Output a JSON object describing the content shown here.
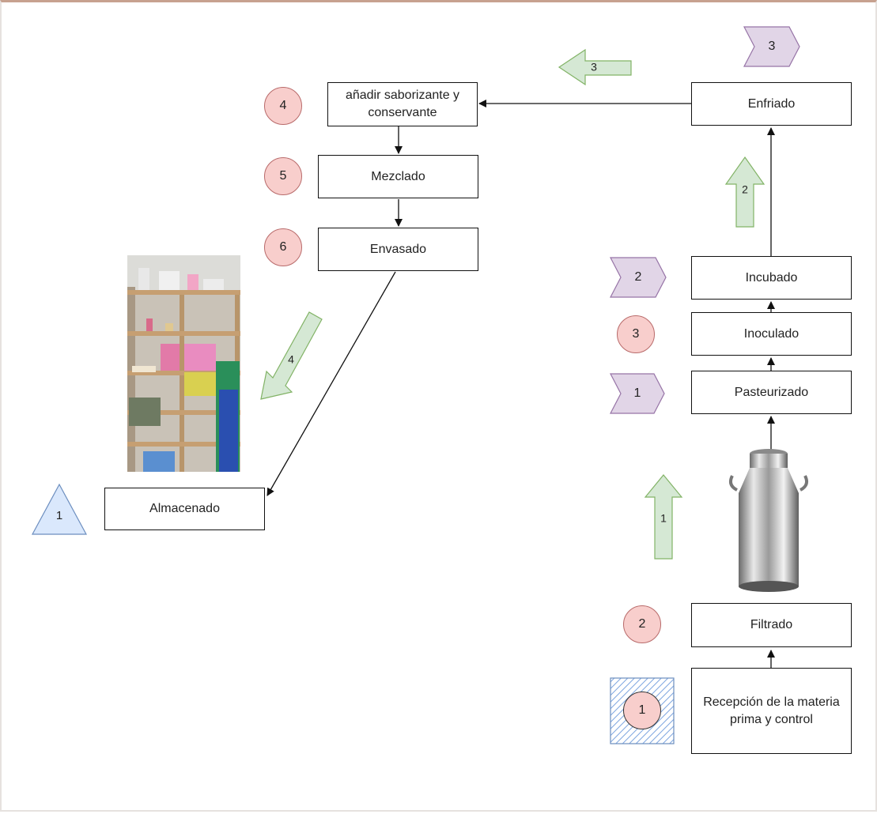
{
  "process_steps": {
    "recepcion": "Recepción de la materia prima y control",
    "filtrado": "Filtrado",
    "pasteurizado": "Pasteurizado",
    "inoculado": "Inoculado",
    "incubado": "Incubado",
    "enfriado": "Enfriado",
    "anadir": "añadir saborizante y conservante",
    "mezclado": "Mezclado",
    "envasado": "Envasado",
    "almacenado": "Almacenado"
  },
  "operation_markers": {
    "recepcion": "1",
    "filtrado": "2",
    "inoculado": "3",
    "anadir": "4",
    "mezclado": "5",
    "envasado": "6"
  },
  "delay_markers": {
    "pasteurizado": "1",
    "incubado": "2",
    "enfriado": "3"
  },
  "storage_marker": "1",
  "transport_markers": [
    "1",
    "2",
    "3",
    "4"
  ],
  "colors": {
    "operation_fill": "#f8cecc",
    "delay_fill": "#e1d5e7",
    "storage_fill": "#dae8fc",
    "transport_fill": "#d5e8d4"
  }
}
